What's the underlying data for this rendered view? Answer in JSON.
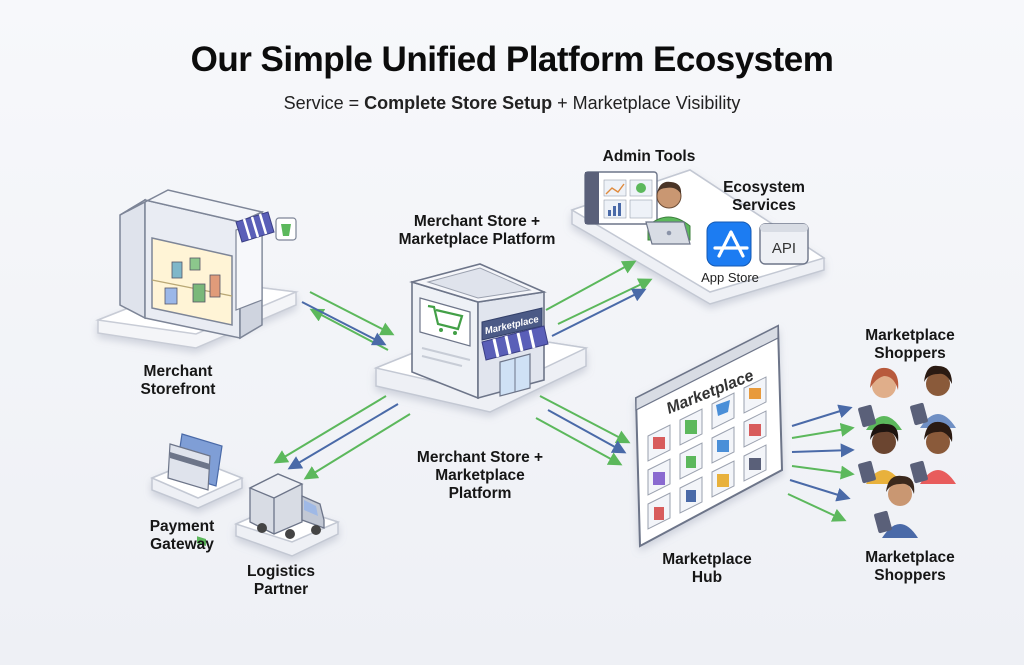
{
  "title": "Our Simple Unified Platform Ecosystem",
  "subtitle": {
    "part1": "Service = ",
    "bold1": "Complete Store Setup",
    "part2": " + Marketplace Visibility"
  },
  "nodes": {
    "merchant_storefront": "Merchant Storefront",
    "center_platform_top": "Merchant Store + Marketplace Platform",
    "center_platform_bottom": "Merchant Store + Marketplace Platform",
    "admin_tools": "Admin Tools",
    "ecosystem_services": "Ecosystem Services",
    "app_store": "App Store",
    "api": "API",
    "payment_gateway": "Payment Gateway",
    "logistics_partner": "Logistics Partner",
    "marketplace_hub": "Marketplace Hub",
    "shoppers_top": "Marketplace Shoppers",
    "shoppers_bottom": "Marketplace Shoppers"
  },
  "signs": {
    "center_sign": "Marketplace",
    "hub_sign": "Marketplace"
  },
  "colors": {
    "green_arrow": "#5cb85c",
    "blue_arrow": "#4a6aa8",
    "building_grey": "#e4e7ee",
    "accent_purple": "#5a5fb8",
    "app_store_blue": "#1c7cf2"
  }
}
